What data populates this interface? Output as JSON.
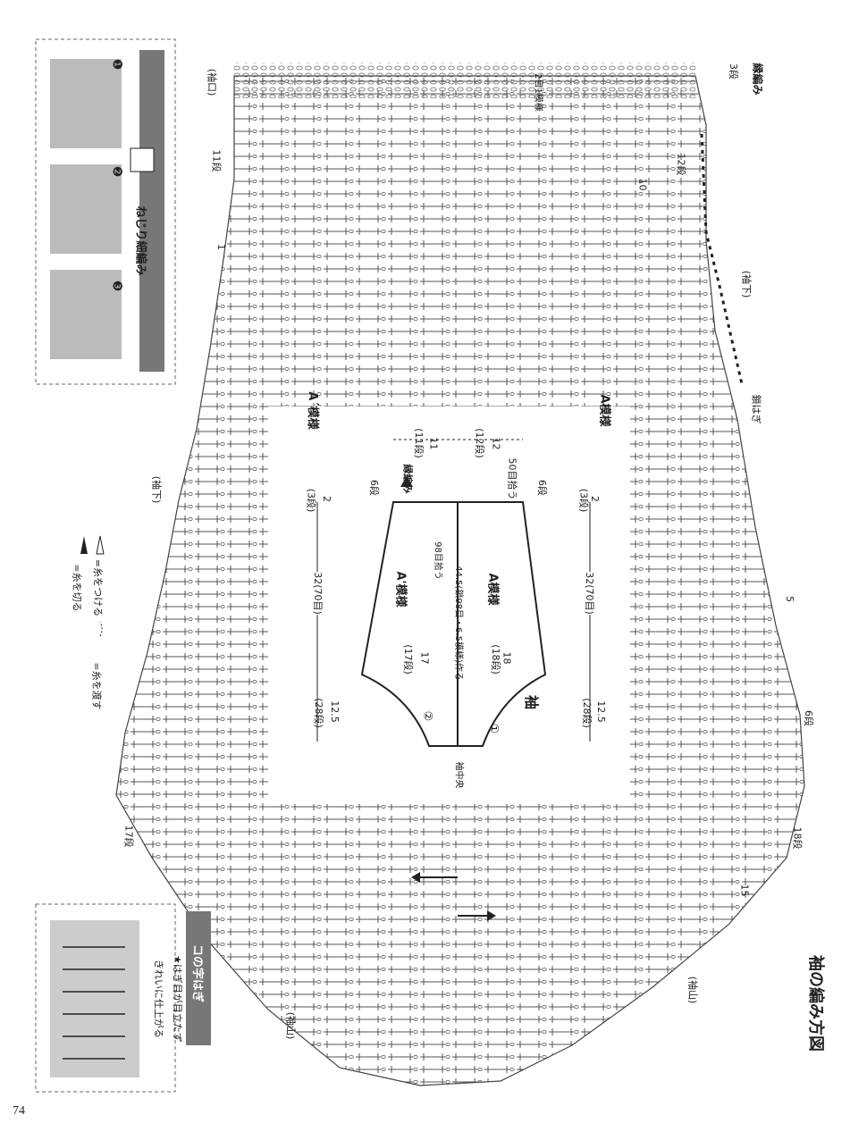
{
  "page_number": "74",
  "title": "袖の編み方図",
  "sleeve_label": "袖",
  "pattern_a": "A模様",
  "pattern_a_prime": "A'模様",
  "chart_labels": {
    "a_label": "A模様",
    "a_prime_label": "A´模様",
    "cuff_top": "(袖口)",
    "underarm_top": "(袖下)",
    "underarm_left": "(袖下)",
    "sleeve_cap_right": "(袖山)",
    "sleeve_cap_left": "(袖山)",
    "sleeve_center": "袖中央",
    "chain_join": "鎖はぎ",
    "edging": "縁編み",
    "edging_rows": "3段",
    "twist_rule": "2目1模様"
  },
  "row_markers": {
    "r1": "1",
    "r5": "5",
    "r6": "6段",
    "r10": "10",
    "r11": "11段",
    "r12": "12段",
    "r15": "15",
    "r17": "17段",
    "r18": "18段"
  },
  "schematic": {
    "pick_up": "50目拾う",
    "rows_edging_right": "6段",
    "rows_edging_left": "6段",
    "edging_label": "縁編み",
    "w_12": "12",
    "w_12_rows": "(12段)",
    "w_11": "11",
    "w_11_rows": "(11段)",
    "w_2_right": "2",
    "w_2_right_rows": "(3段)",
    "w_2_left": "2",
    "w_2_left_rows": "(3段)",
    "len_32_right": "32(70目)",
    "len_32_left": "32(70目)",
    "w_445": "44.5(鎖98目・6.5模様)作る",
    "pickup_98": "98目拾う",
    "w_18": "18",
    "w_18_rows": "(18段)",
    "w_17": "17",
    "w_17_rows": "(17段)",
    "cap_right": "12.5",
    "cap_right_rows": "(28段)",
    "cap_left": "12.5",
    "cap_left_rows": "(28段)",
    "num1": "①",
    "num2": "②"
  },
  "legend": {
    "attach": "=糸をつける",
    "cut": "=糸を切る",
    "carry": "=糸を渡す"
  },
  "twist_box": {
    "title": "ねじり細編み",
    "step1": "❶",
    "step2": "❷",
    "step3": "❸"
  },
  "seam_box": {
    "title": "コの字はぎ",
    "note_line1": "★はぎ目が目立たず",
    "note_line2": "きれいに仕上がる"
  }
}
